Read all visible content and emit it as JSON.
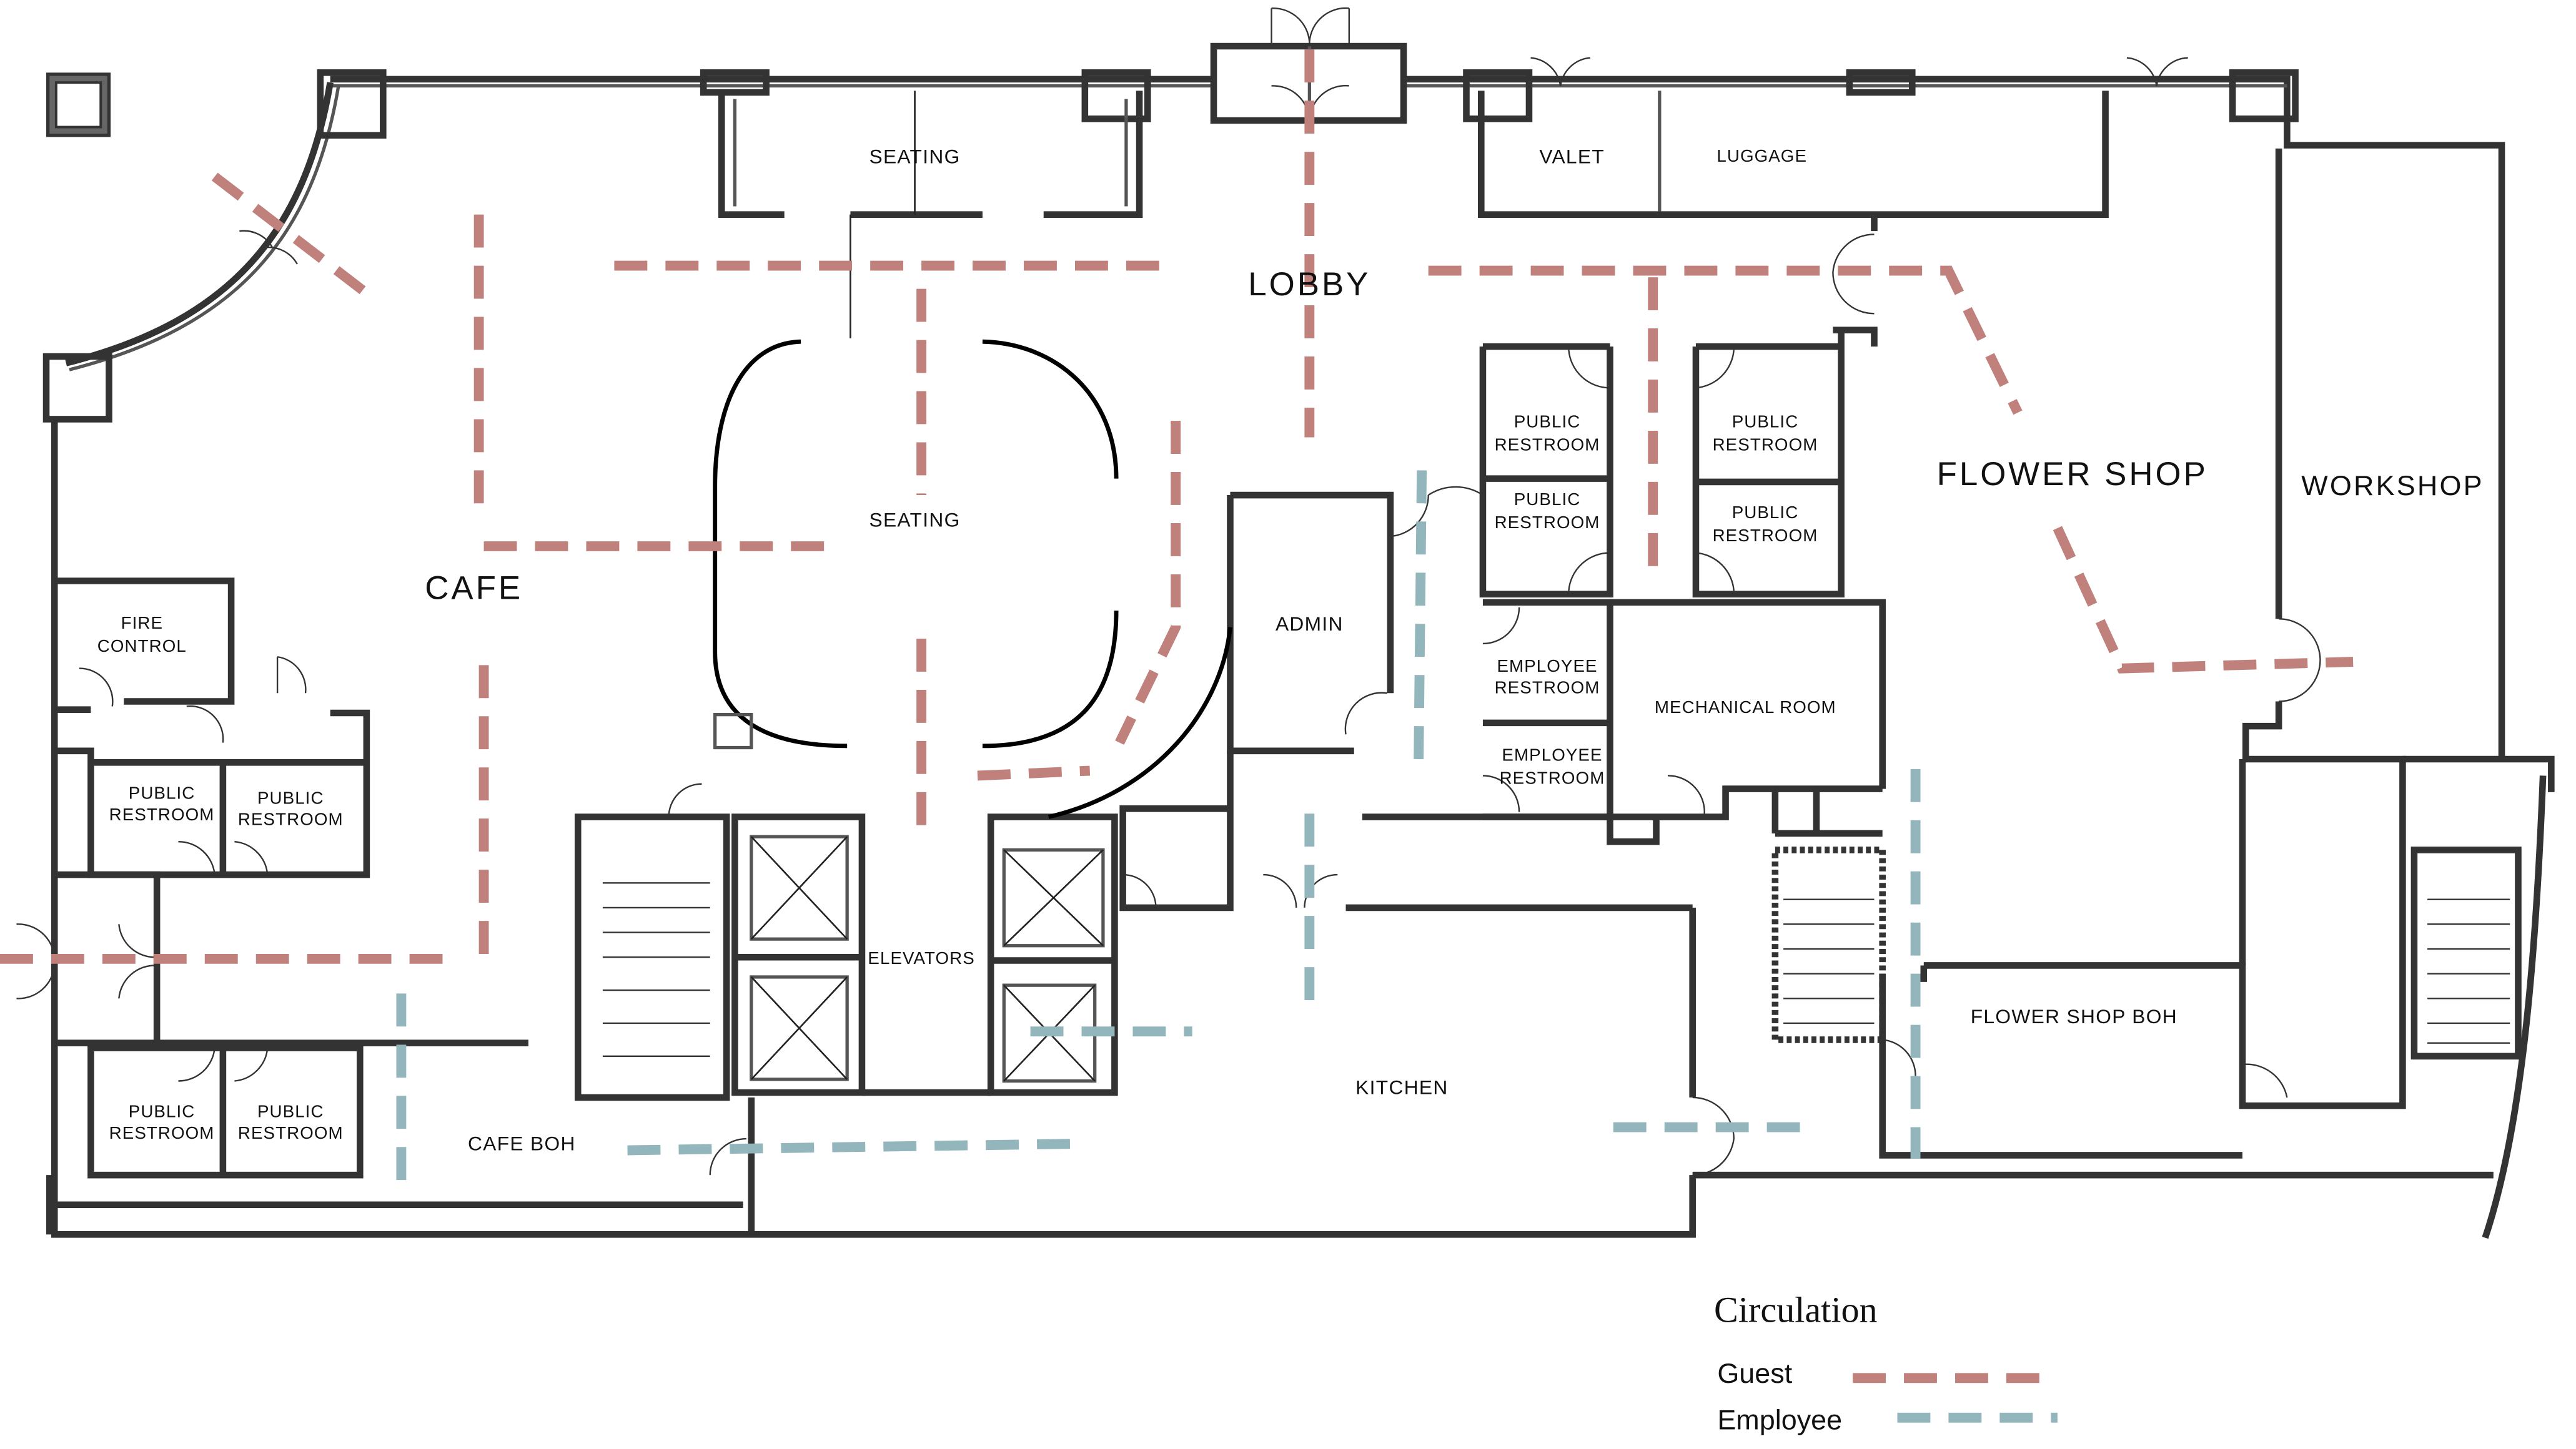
{
  "rooms": {
    "seating_top": "SEATING",
    "lobby": "LOBBY",
    "valet": "VALET",
    "luggage": "LUGGAGE",
    "seating_center": "SEATING",
    "cafe": "CAFE",
    "fire_control_1": "FIRE",
    "fire_control_2": "CONTROL",
    "admin": "ADMIN",
    "flower_shop": "FLOWER  SHOP",
    "workshop": "WORKSHOP",
    "public_restroom_line1": "PUBLIC",
    "public_restroom_line2": "RESTROOM",
    "employee_restroom_line1": "EMPLOYEE",
    "employee_restroom_line2": "RESTROOM",
    "mechanical_room": "MECHANICAL  ROOM",
    "elevators": "ELEVATORS",
    "kitchen": "KITCHEN",
    "cafe_boh": "CAFE BOH",
    "flower_shop_boh": "FLOWER  SHOP  BOH"
  },
  "legend": {
    "title": "Circulation",
    "guest_label": "Guest",
    "employee_label": "Employee",
    "guest_color": "#c0807b",
    "employee_color": "#93b6bd"
  }
}
